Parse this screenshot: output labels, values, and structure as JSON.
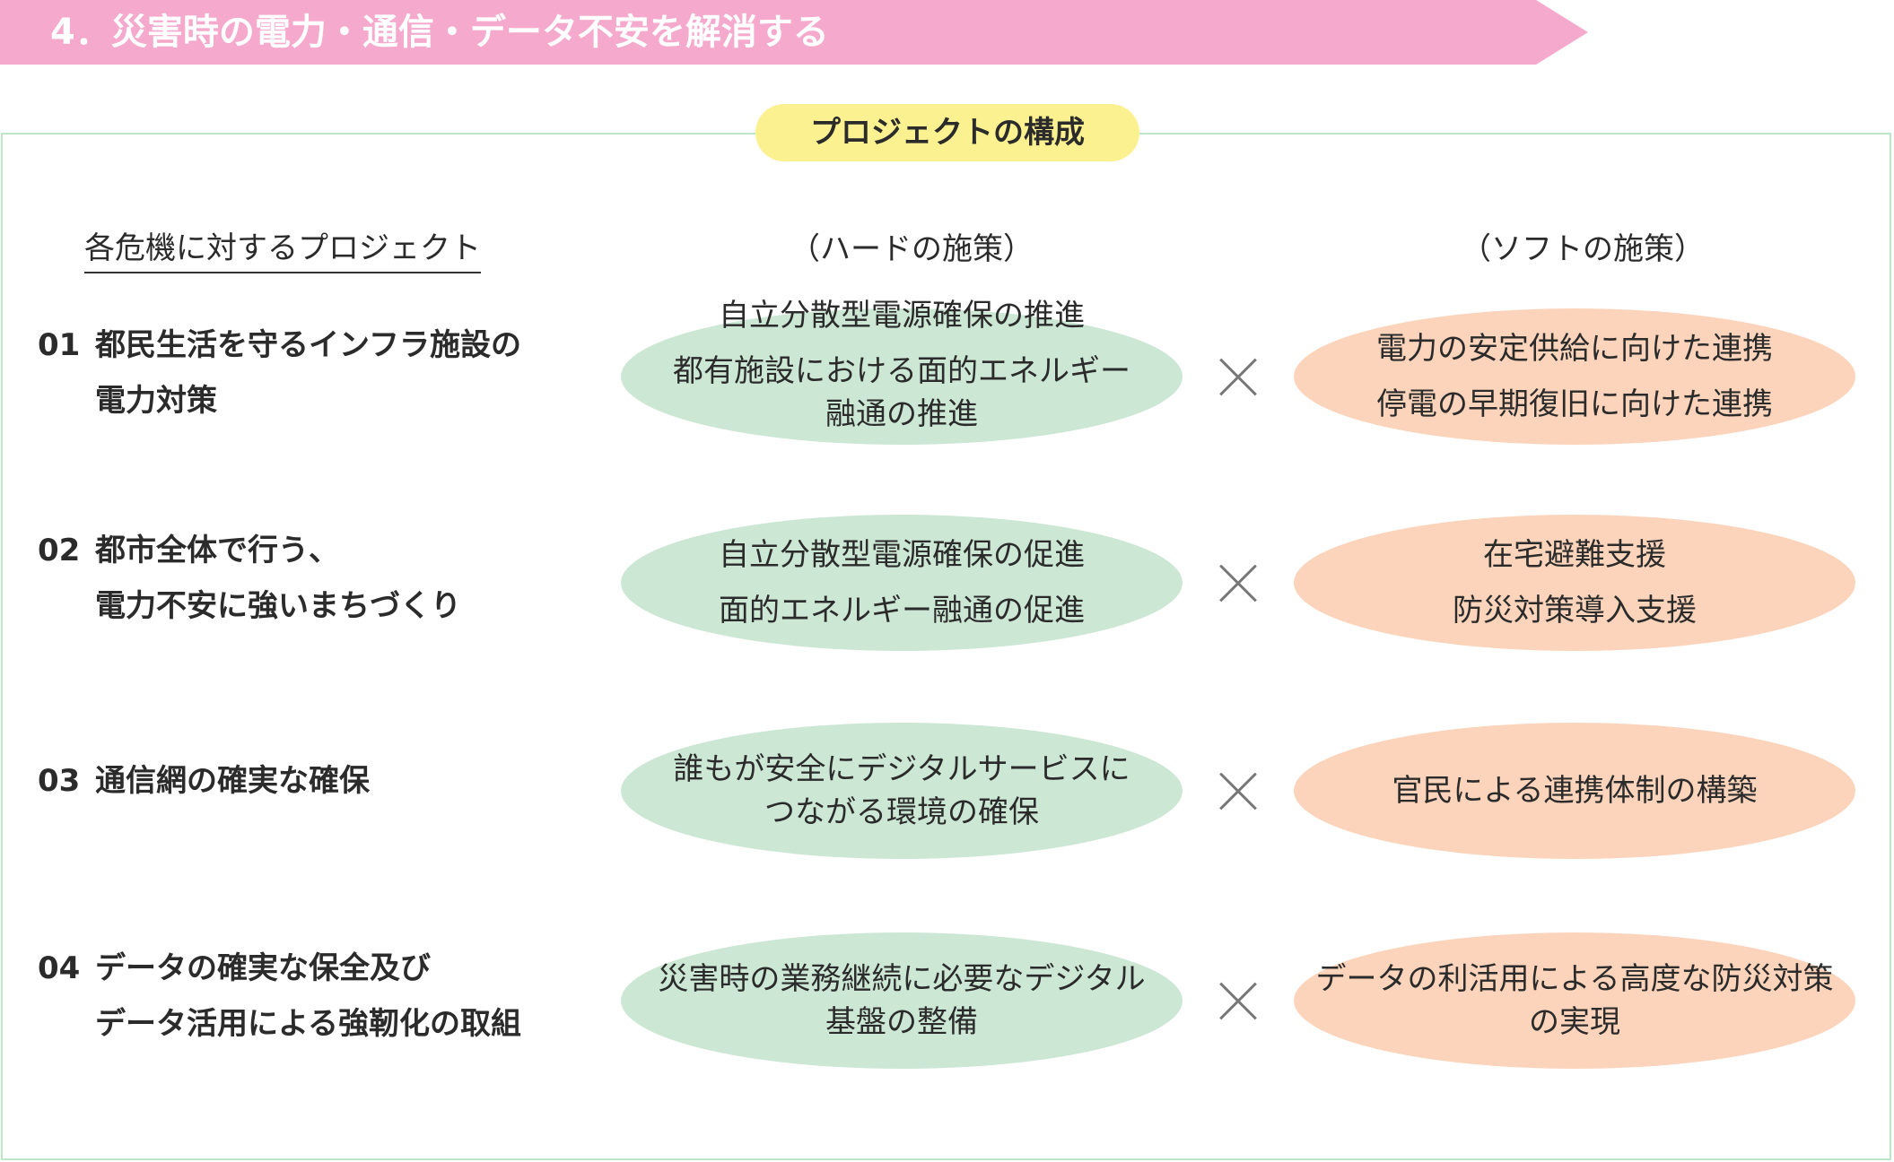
{
  "header": {
    "title": "4．災害時の電力・通信・データ不安を解消する"
  },
  "section_label": "プロジェクトの構成",
  "columns": {
    "risk": "各危機に対するプロジェクト",
    "hard": "（ハードの施策）",
    "soft": "（ソフトの施策）"
  },
  "rows": [
    {
      "num": "01",
      "title_lines": [
        "都民生活を守るインフラ施設の",
        "電力対策"
      ],
      "hard_lines": [
        "自立分散型電源確保の推進",
        "都有施設における面的エネルギー",
        "融通の推進"
      ],
      "soft_lines": [
        "電力の安定供給に向けた連携",
        "停電の早期復旧に向けた連携"
      ]
    },
    {
      "num": "02",
      "title_lines": [
        "都市全体で行う、",
        "電力不安に強いまちづくり"
      ],
      "hard_lines": [
        "自立分散型電源確保の促進",
        "面的エネルギー融通の促進"
      ],
      "soft_lines": [
        "在宅避難支援",
        "防災対策導入支援"
      ]
    },
    {
      "num": "03",
      "title_lines": [
        "通信網の確実な確保"
      ],
      "hard_lines": [
        "誰もが安全にデジタルサービスに",
        "つながる環境の確保"
      ],
      "soft_lines": [
        "官民による連携体制の構築"
      ]
    },
    {
      "num": "04",
      "title_lines": [
        "データの確実な保全及び",
        "データ活用による強靭化の取組"
      ],
      "hard_lines": [
        "災害時の業務継続に必要なデジタル",
        "基盤の整備"
      ],
      "soft_lines": [
        "データの利活用による高度な防災対策",
        "の実現"
      ]
    }
  ],
  "colors": {
    "banner": "#f5a9cc",
    "label_pill": "#fbf191",
    "hard_fill": "#cde7d5",
    "soft_fill": "#fbd4bb",
    "frame": "#bfe5c7"
  },
  "icons": {
    "combine": "cross-icon"
  }
}
